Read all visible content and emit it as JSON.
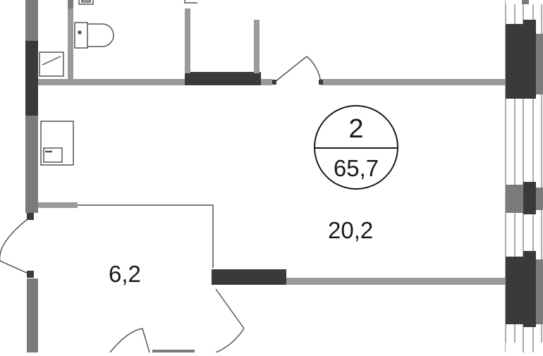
{
  "plan": {
    "badge": {
      "rooms": "2",
      "total_area": "65,7"
    },
    "rooms": [
      {
        "id": "living",
        "area": "20,2"
      },
      {
        "id": "bathroom",
        "area": "6,2"
      }
    ],
    "colors": {
      "wall_outer": "#3a3a3a",
      "wall_inner": "#7b7b7b",
      "wall_thin": "#9a9a9a",
      "window_frame": "#8f8f8f",
      "fixture_line": "#555555",
      "text": "#1a1a1a"
    }
  }
}
